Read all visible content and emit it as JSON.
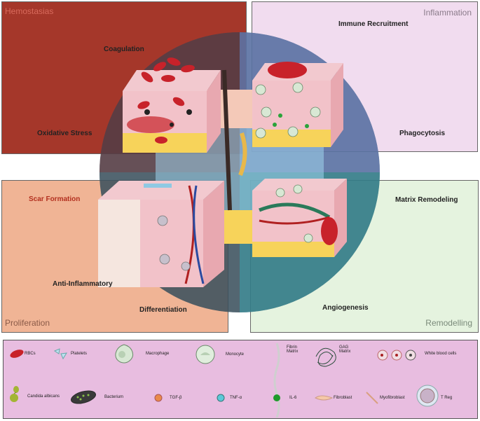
{
  "phases": {
    "hemostasis": {
      "title": "Hemostasias",
      "color": "#a5372a",
      "labels": [
        "Coagulation",
        "Oxidative Stress"
      ]
    },
    "inflammation": {
      "title": "Inflammation",
      "color": "#f1dcef",
      "labels": [
        "Immune Recruitment",
        "Phagocytosis"
      ]
    },
    "proliferation": {
      "title": "Proliferation",
      "color": "#f0b495",
      "labels": [
        "Scar Formation",
        "Anti-Inflammatory",
        "Differentiation"
      ]
    },
    "remodelling": {
      "title": "Remodelling",
      "color": "#e5f3df",
      "labels": [
        "Matrix Remodeling",
        "Angiogenesis"
      ]
    }
  },
  "legend": {
    "items": [
      {
        "label": "RBCs",
        "icon": "rbc-icon"
      },
      {
        "label": "Platelets",
        "icon": "platelets-icon"
      },
      {
        "label": "Macrophage",
        "icon": "macrophage-icon"
      },
      {
        "label": "Monocyte",
        "icon": "monocyte-icon"
      },
      {
        "label": "Fibrin Matrix",
        "icon": "fibrin-matrix-icon"
      },
      {
        "label": "GAG Matrix",
        "icon": "gag-matrix-icon"
      },
      {
        "label": "White blood cells",
        "icon": "white-blood-cells-icon"
      },
      {
        "label": "Candida albicans",
        "icon": "candida-icon"
      },
      {
        "label": "Bacterium",
        "icon": "bacterium-icon"
      },
      {
        "label": "TGF-β",
        "icon": "tgf-beta-icon"
      },
      {
        "label": "TNF-α",
        "icon": "tnf-alpha-icon"
      },
      {
        "label": "IL-6",
        "icon": "il6-icon"
      },
      {
        "label": "Fibroblast",
        "icon": "fibroblast-icon"
      },
      {
        "label": "Myofibroblast",
        "icon": "myofibroblast-icon"
      },
      {
        "label": "T Reg",
        "icon": "t-reg-icon"
      }
    ]
  },
  "colors": {
    "circle": "#1c5a7c",
    "legend_bg": "#e8bde0",
    "tissue_pink": "#f2c2c9",
    "fat": "#f7d35a",
    "rbc": "#c8222a"
  }
}
